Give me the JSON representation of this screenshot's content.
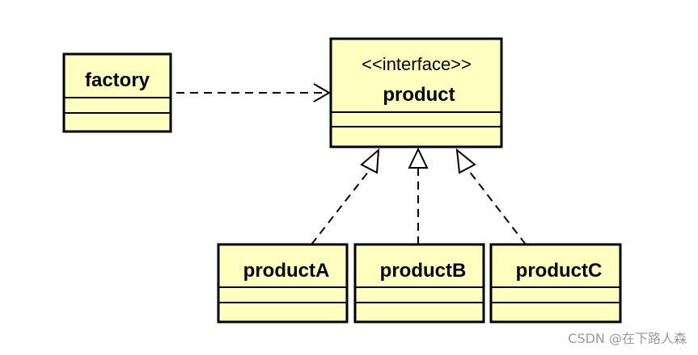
{
  "diagram": {
    "colors": {
      "fill": "#ffffc0",
      "stroke": "#000000",
      "watermark": "#9a9a9a"
    },
    "classes": {
      "factory": {
        "name": "factory"
      },
      "product": {
        "stereotype": "<<interface>>",
        "name": "product"
      },
      "productA": {
        "name": "productA"
      },
      "productB": {
        "name": "productB"
      },
      "productC": {
        "name": "productC"
      }
    },
    "relations": [
      {
        "type": "dependency",
        "from": "factory",
        "to": "product"
      },
      {
        "type": "realization",
        "from": "productA",
        "to": "product"
      },
      {
        "type": "realization",
        "from": "productB",
        "to": "product"
      },
      {
        "type": "realization",
        "from": "productC",
        "to": "product"
      }
    ]
  },
  "watermark": "CSDN @在下路人森"
}
